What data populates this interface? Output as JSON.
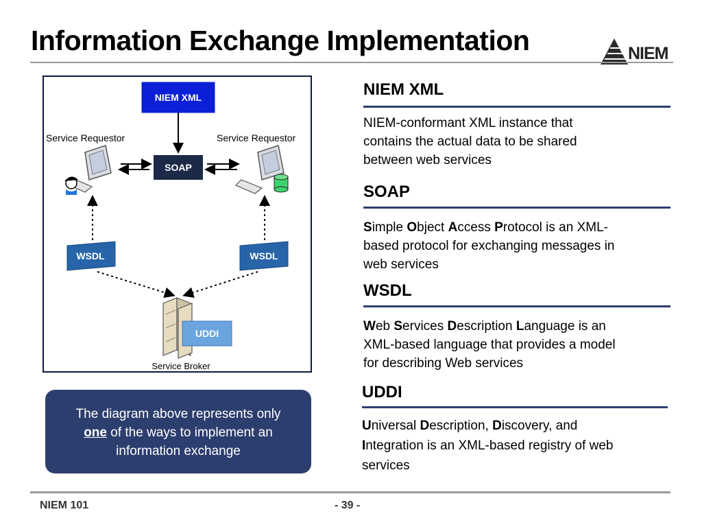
{
  "slide": {
    "title": "Information Exchange Implementation",
    "logo_text": "NIEM"
  },
  "diagram": {
    "niem_xml_label": "NIEM XML",
    "soap_label": "SOAP",
    "requestor_left_label": "Service Requestor",
    "requestor_right_label": "Service Requestor",
    "wsdl_left_label": "WSDL",
    "wsdl_right_label": "WSDL",
    "uddi_label": "UDDI",
    "broker_label": "Service Broker",
    "colors": {
      "blue_box": "#0a1fd6",
      "soap_box": "#1c2a47",
      "wsdl_box": "#2764a8",
      "uddi_box": "#6aa5e0"
    }
  },
  "note": {
    "line1": "The diagram above represents only",
    "emphasis": "one",
    "line2_rest": " of the ways to implement an",
    "line3": "information exchange"
  },
  "terms": [
    {
      "heading": "NIEM XML",
      "lines": [
        "NIEM-conformant XML instance that",
        "contains the actual data to be shared",
        "between web services"
      ]
    },
    {
      "heading": "SOAP",
      "l1_b1": "S",
      "l1_t1": "imple ",
      "l1_b2": "O",
      "l1_t2": "bject ",
      "l1_b3": "A",
      "l1_t3": "ccess ",
      "l1_b4": "P",
      "l1_t4": "rotocol is an XML-",
      "lines": [
        "based protocol for exchanging messages in",
        "web services"
      ]
    },
    {
      "heading": "WSDL",
      "l1_b1": "W",
      "l1_t1": "eb ",
      "l1_b2": "S",
      "l1_t2": "ervices ",
      "l1_b3": "D",
      "l1_t3": "escription ",
      "l1_b4": "L",
      "l1_t4": "anguage is an",
      "lines": [
        "XML-based language that provides a model",
        "for describing Web services"
      ]
    },
    {
      "heading": "UDDI",
      "l1_b1": "U",
      "l1_t1": "niversal ",
      "l1_b2": "D",
      "l1_t2": "escription, ",
      "l1_b3": "D",
      "l1_t3": "iscovery, and",
      "l2_b1": "I",
      "l2_t1": "ntegration is an XML-based registry of web",
      "lines": [
        "services"
      ]
    }
  ],
  "footer": {
    "left": "NIEM 101",
    "page": "- 39 -"
  }
}
